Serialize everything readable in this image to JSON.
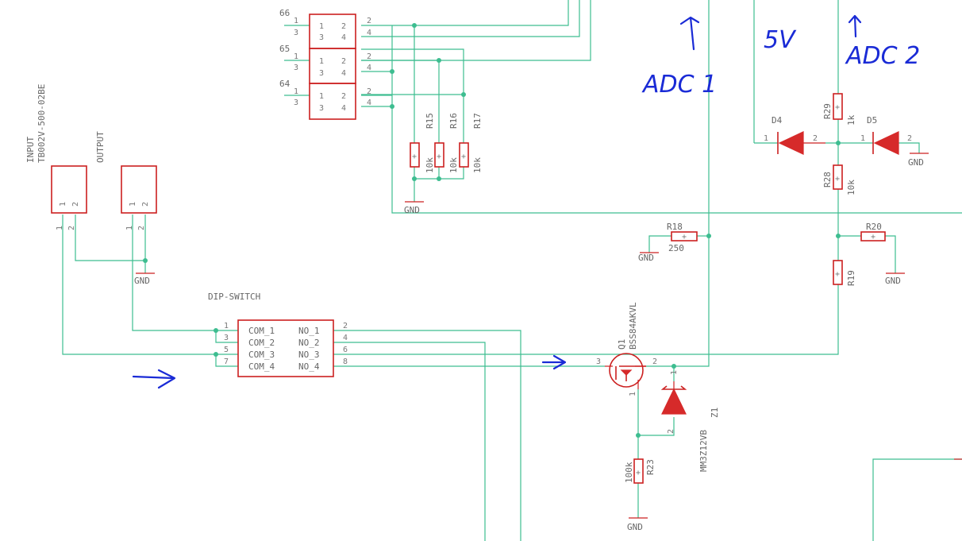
{
  "colors": {
    "wire": "#3dbd90",
    "part": "#cc2020",
    "label": "#666666",
    "handwriting": "#1a2bd6"
  },
  "connectors": {
    "jumper_66": {
      "name": "66"
    },
    "jumper_65": {
      "name": "65"
    },
    "jumper_64": {
      "name": "64"
    },
    "pin_numbers": [
      "1",
      "2",
      "3",
      "4"
    ]
  },
  "input": {
    "name": "INPUT",
    "value": "TB002V-500-02BE"
  },
  "output": {
    "name": "OUTPUT"
  },
  "dip_switch": {
    "name": "DIP-SWITCH",
    "left_labels": [
      "COM_1",
      "COM_2",
      "COM_3",
      "COM_4"
    ],
    "right_labels": [
      "NO_1",
      "NO_2",
      "NO_3",
      "NO_4"
    ],
    "left_pins": [
      "1",
      "3",
      "5",
      "7"
    ],
    "right_pins": [
      "2",
      "4",
      "6",
      "8"
    ]
  },
  "resistors": {
    "r15": {
      "name": "R15",
      "value": "10k"
    },
    "r16": {
      "name": "R16",
      "value": "10k"
    },
    "r17": {
      "name": "R17",
      "value": "10k"
    },
    "r18": {
      "name": "R18",
      "value": "250"
    },
    "r19": {
      "name": "R19"
    },
    "r20": {
      "name": "R20"
    },
    "r23": {
      "name": "R23",
      "value": "100k"
    },
    "r28": {
      "name": "R28",
      "value": "10k"
    },
    "r29": {
      "name": "R29",
      "value": "1k"
    }
  },
  "diodes": {
    "d4": {
      "name": "D4"
    },
    "d5": {
      "name": "D5"
    },
    "z1": {
      "name": "Z1",
      "value": "MM3Z12VB"
    }
  },
  "mosfet": {
    "name": "Q1",
    "value": "BSS84AKVL"
  },
  "gnd_label": "GND",
  "handwriting": {
    "adc1": "ADC 1",
    "five_v": "5V",
    "adc2": "ADC 2"
  }
}
